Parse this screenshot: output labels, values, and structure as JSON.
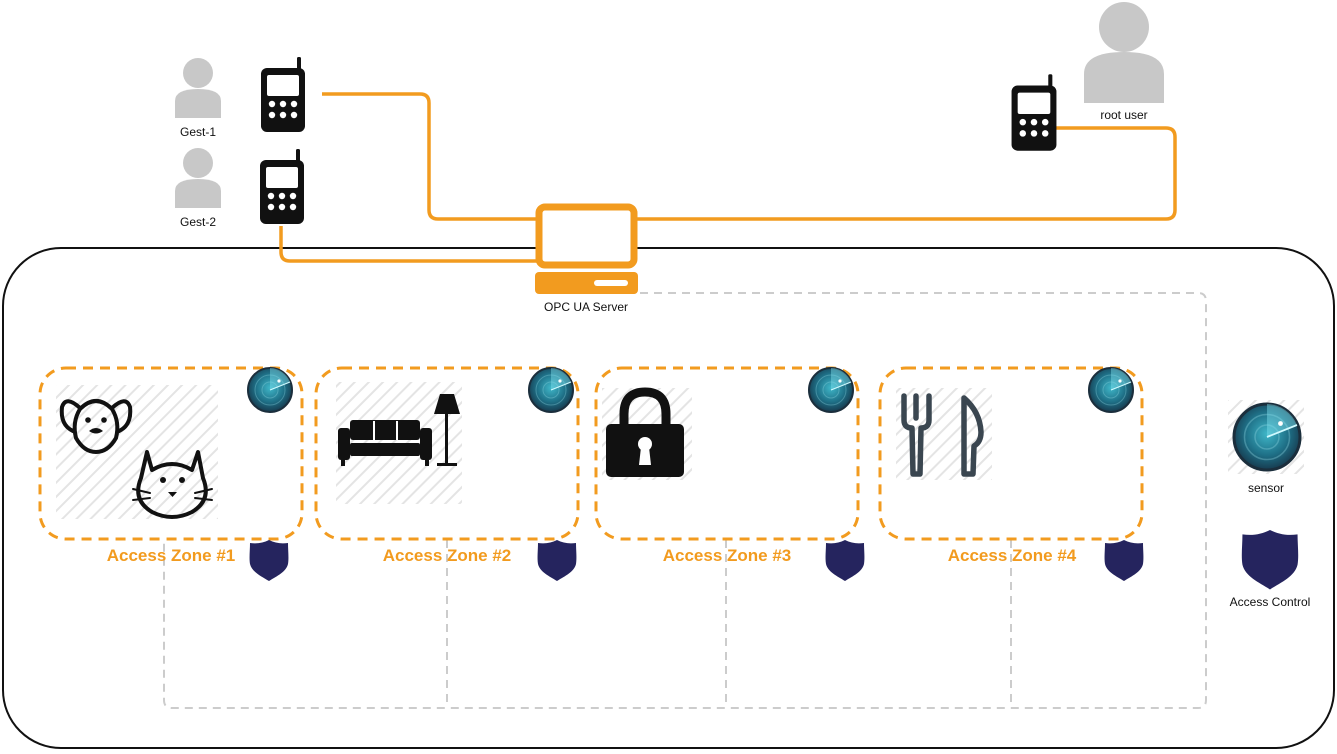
{
  "users": {
    "guest1": {
      "label": "Gest-1",
      "icon": "person-icon"
    },
    "guest2": {
      "label": "Gest-2",
      "icon": "person-icon"
    },
    "root": {
      "label": "root user",
      "icon": "person-icon"
    }
  },
  "server": {
    "label": "OPC UA Server",
    "icon": "computer-icon"
  },
  "zones": [
    {
      "title": "Access Zone #1",
      "icons": [
        "dog-icon",
        "cat-icon"
      ]
    },
    {
      "title": "Access Zone #2",
      "icons": [
        "sofa-icon",
        "floor-lamp-icon"
      ]
    },
    {
      "title": "Access Zone #3",
      "icons": [
        "padlock-icon"
      ]
    },
    {
      "title": "Access Zone #4",
      "icons": [
        "fork-knife-icon"
      ]
    }
  ],
  "legend": {
    "sensor": {
      "label": "sensor",
      "icon": "radar-sensor-icon"
    },
    "access_control": {
      "label": "Access Control",
      "icon": "shield-badge-icon"
    }
  },
  "colors": {
    "orange": "#f29b1f",
    "navy": "#25245e",
    "gray_person": "#c8c8c8",
    "dash_gray": "#cccccc"
  }
}
